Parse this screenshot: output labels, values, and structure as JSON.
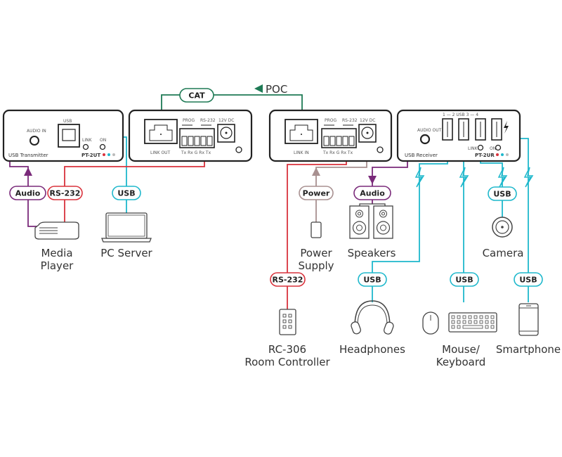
{
  "diagram": {
    "colors": {
      "cat": "#1e7a55",
      "usb": "#1fb8cc",
      "rs232": "#d9323c",
      "audio": "#7a2a7a",
      "power": "#a89090",
      "device_outline": "#222222"
    },
    "link": {
      "cat_label": "CAT",
      "poc_label": "POC"
    },
    "transmitter_front": {
      "audio_in": "AUDIO IN",
      "usb": "USB",
      "link": "LINK",
      "on": "ON",
      "model": "PT-2UT",
      "name": "USB Transmitter"
    },
    "transmitter_rear": {
      "link_out": "LINK OUT",
      "prog": "PROG",
      "rs232": "RS-232",
      "dc": "12V DC",
      "pins": "Tx Rx G Rx Tx"
    },
    "receiver_rear": {
      "link_in": "LINK IN",
      "prog": "PROG",
      "rs232": "RS-232",
      "dc": "12V DC",
      "pins": "Tx Rx G Rx Tx"
    },
    "receiver_front": {
      "usb_ports": "1 — 2 USB 3 — 4",
      "audio_out": "AUDIO OUT",
      "link": "LINK",
      "on": "ON",
      "model": "PT-2UR",
      "name": "USB Receiver"
    },
    "pills": {
      "audio_tx": "Audio",
      "rs232_tx": "RS-232",
      "usb_tx": "USB",
      "power": "Power",
      "audio_rx": "Audio",
      "usb_camera": "USB",
      "rs232_rx": "RS-232",
      "usb_headphones": "USB",
      "usb_keyboard": "USB",
      "usb_smartphone": "USB"
    },
    "devices": {
      "media_player": [
        "Media",
        "Player"
      ],
      "pc_server": [
        "PC Server"
      ],
      "power_supply": [
        "Power",
        "Supply"
      ],
      "speakers": [
        "Speakers"
      ],
      "camera": [
        "Camera"
      ],
      "room_controller": [
        "RC-306",
        "Room Controller"
      ],
      "headphones": [
        "Headphones"
      ],
      "mouse_keyboard": [
        "Mouse/",
        "Keyboard"
      ],
      "smartphone": [
        "Smartphone"
      ]
    }
  }
}
